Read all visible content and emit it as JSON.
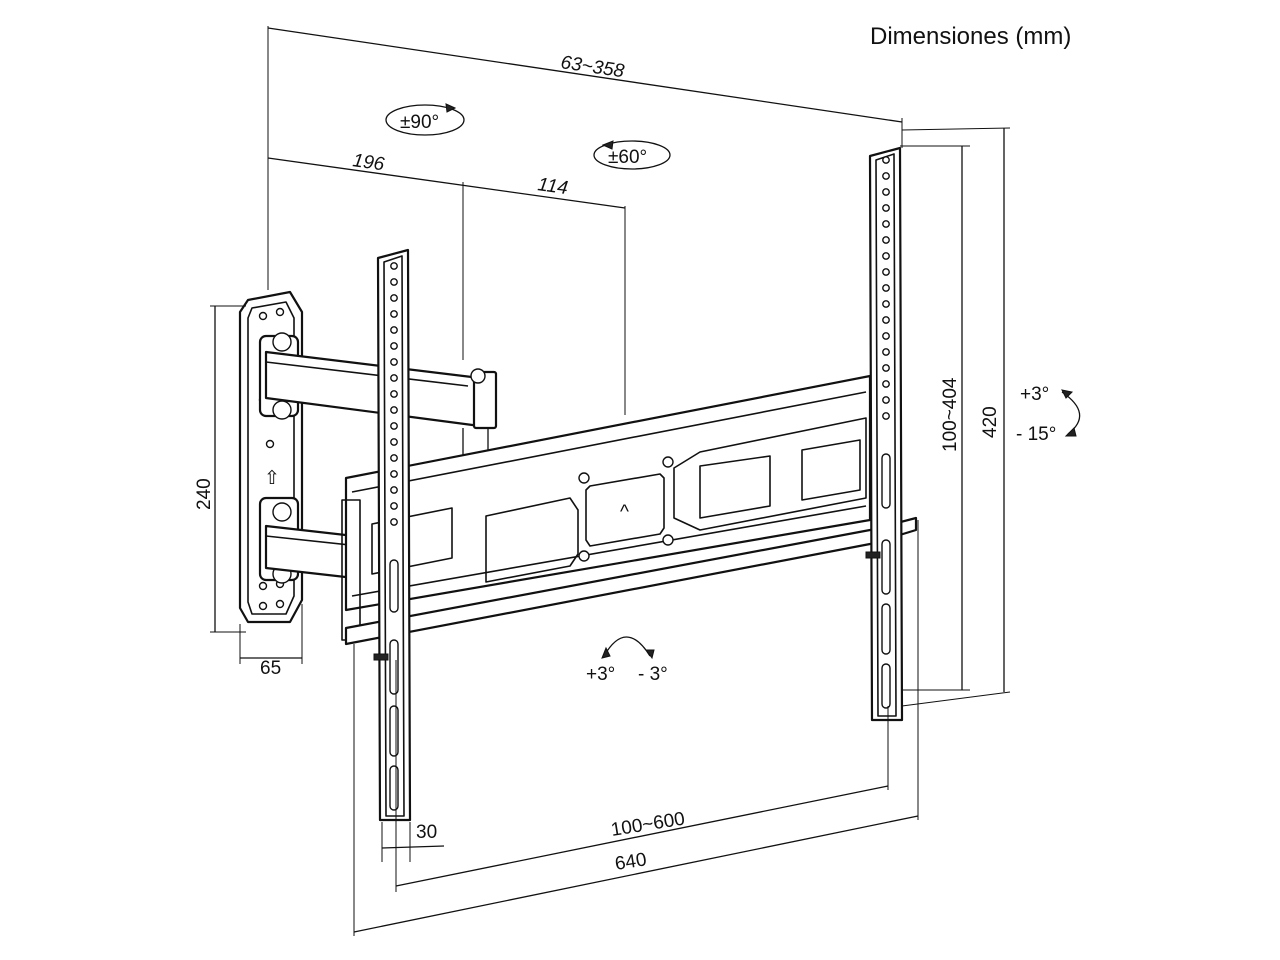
{
  "title": "Dimensiones (mm)",
  "dimensions": {
    "top_span": "63~358",
    "arm_1": "196",
    "arm_2": "114",
    "swivel_wall": "±90°",
    "swivel_tv": "±60°",
    "vertical_vesa": "100~404",
    "height": "420",
    "tilt_up": "+3°",
    "tilt_down": "- 15°",
    "plate_height": "240",
    "plate_width": "65",
    "roll_plus": "+3°",
    "roll_minus": "- 3°",
    "bracket_width": "30",
    "horizontal_vesa": "100~600",
    "total_width": "640"
  },
  "labels": {
    "up_arrow": "⇧"
  }
}
